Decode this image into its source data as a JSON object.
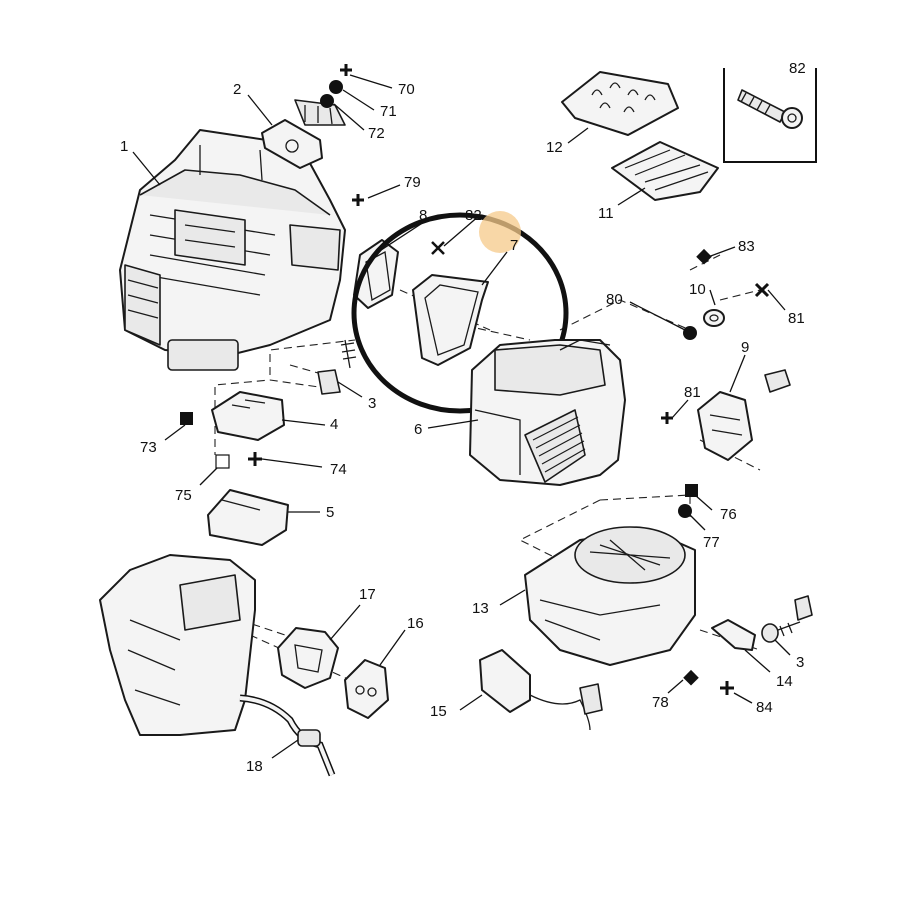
{
  "diagram": {
    "callouts": [
      {
        "id": "c70",
        "text": "70"
      },
      {
        "id": "c71",
        "text": "71"
      },
      {
        "id": "c72",
        "text": "72"
      },
      {
        "id": "c2",
        "text": "2"
      },
      {
        "id": "c1",
        "text": "1"
      },
      {
        "id": "c79",
        "text": "79"
      },
      {
        "id": "c8",
        "text": "8"
      },
      {
        "id": "c82a",
        "text": "82"
      },
      {
        "id": "c7",
        "text": "7"
      },
      {
        "id": "c12",
        "text": "12"
      },
      {
        "id": "c11",
        "text": "11"
      },
      {
        "id": "c82b",
        "text": "82"
      },
      {
        "id": "c83",
        "text": "83"
      },
      {
        "id": "c10",
        "text": "10"
      },
      {
        "id": "c81a",
        "text": "81"
      },
      {
        "id": "c80",
        "text": "80"
      },
      {
        "id": "c9",
        "text": "9"
      },
      {
        "id": "c81b",
        "text": "81"
      },
      {
        "id": "c3a",
        "text": "3"
      },
      {
        "id": "c6",
        "text": "6"
      },
      {
        "id": "c4",
        "text": "4"
      },
      {
        "id": "c73",
        "text": "73"
      },
      {
        "id": "c74",
        "text": "74"
      },
      {
        "id": "c75",
        "text": "75"
      },
      {
        "id": "c5",
        "text": "5"
      },
      {
        "id": "c76",
        "text": "76"
      },
      {
        "id": "c77",
        "text": "77"
      },
      {
        "id": "c13",
        "text": "13"
      },
      {
        "id": "c17",
        "text": "17"
      },
      {
        "id": "c16",
        "text": "16"
      },
      {
        "id": "c3b",
        "text": "3"
      },
      {
        "id": "c14",
        "text": "14"
      },
      {
        "id": "c78",
        "text": "78"
      },
      {
        "id": "c84",
        "text": "84"
      },
      {
        "id": "c15",
        "text": "15"
      },
      {
        "id": "c18",
        "text": "18"
      }
    ],
    "colors": {
      "line": "#111111",
      "highlight_circle": "#111111",
      "highlight_dot": "#f5c98a"
    }
  }
}
